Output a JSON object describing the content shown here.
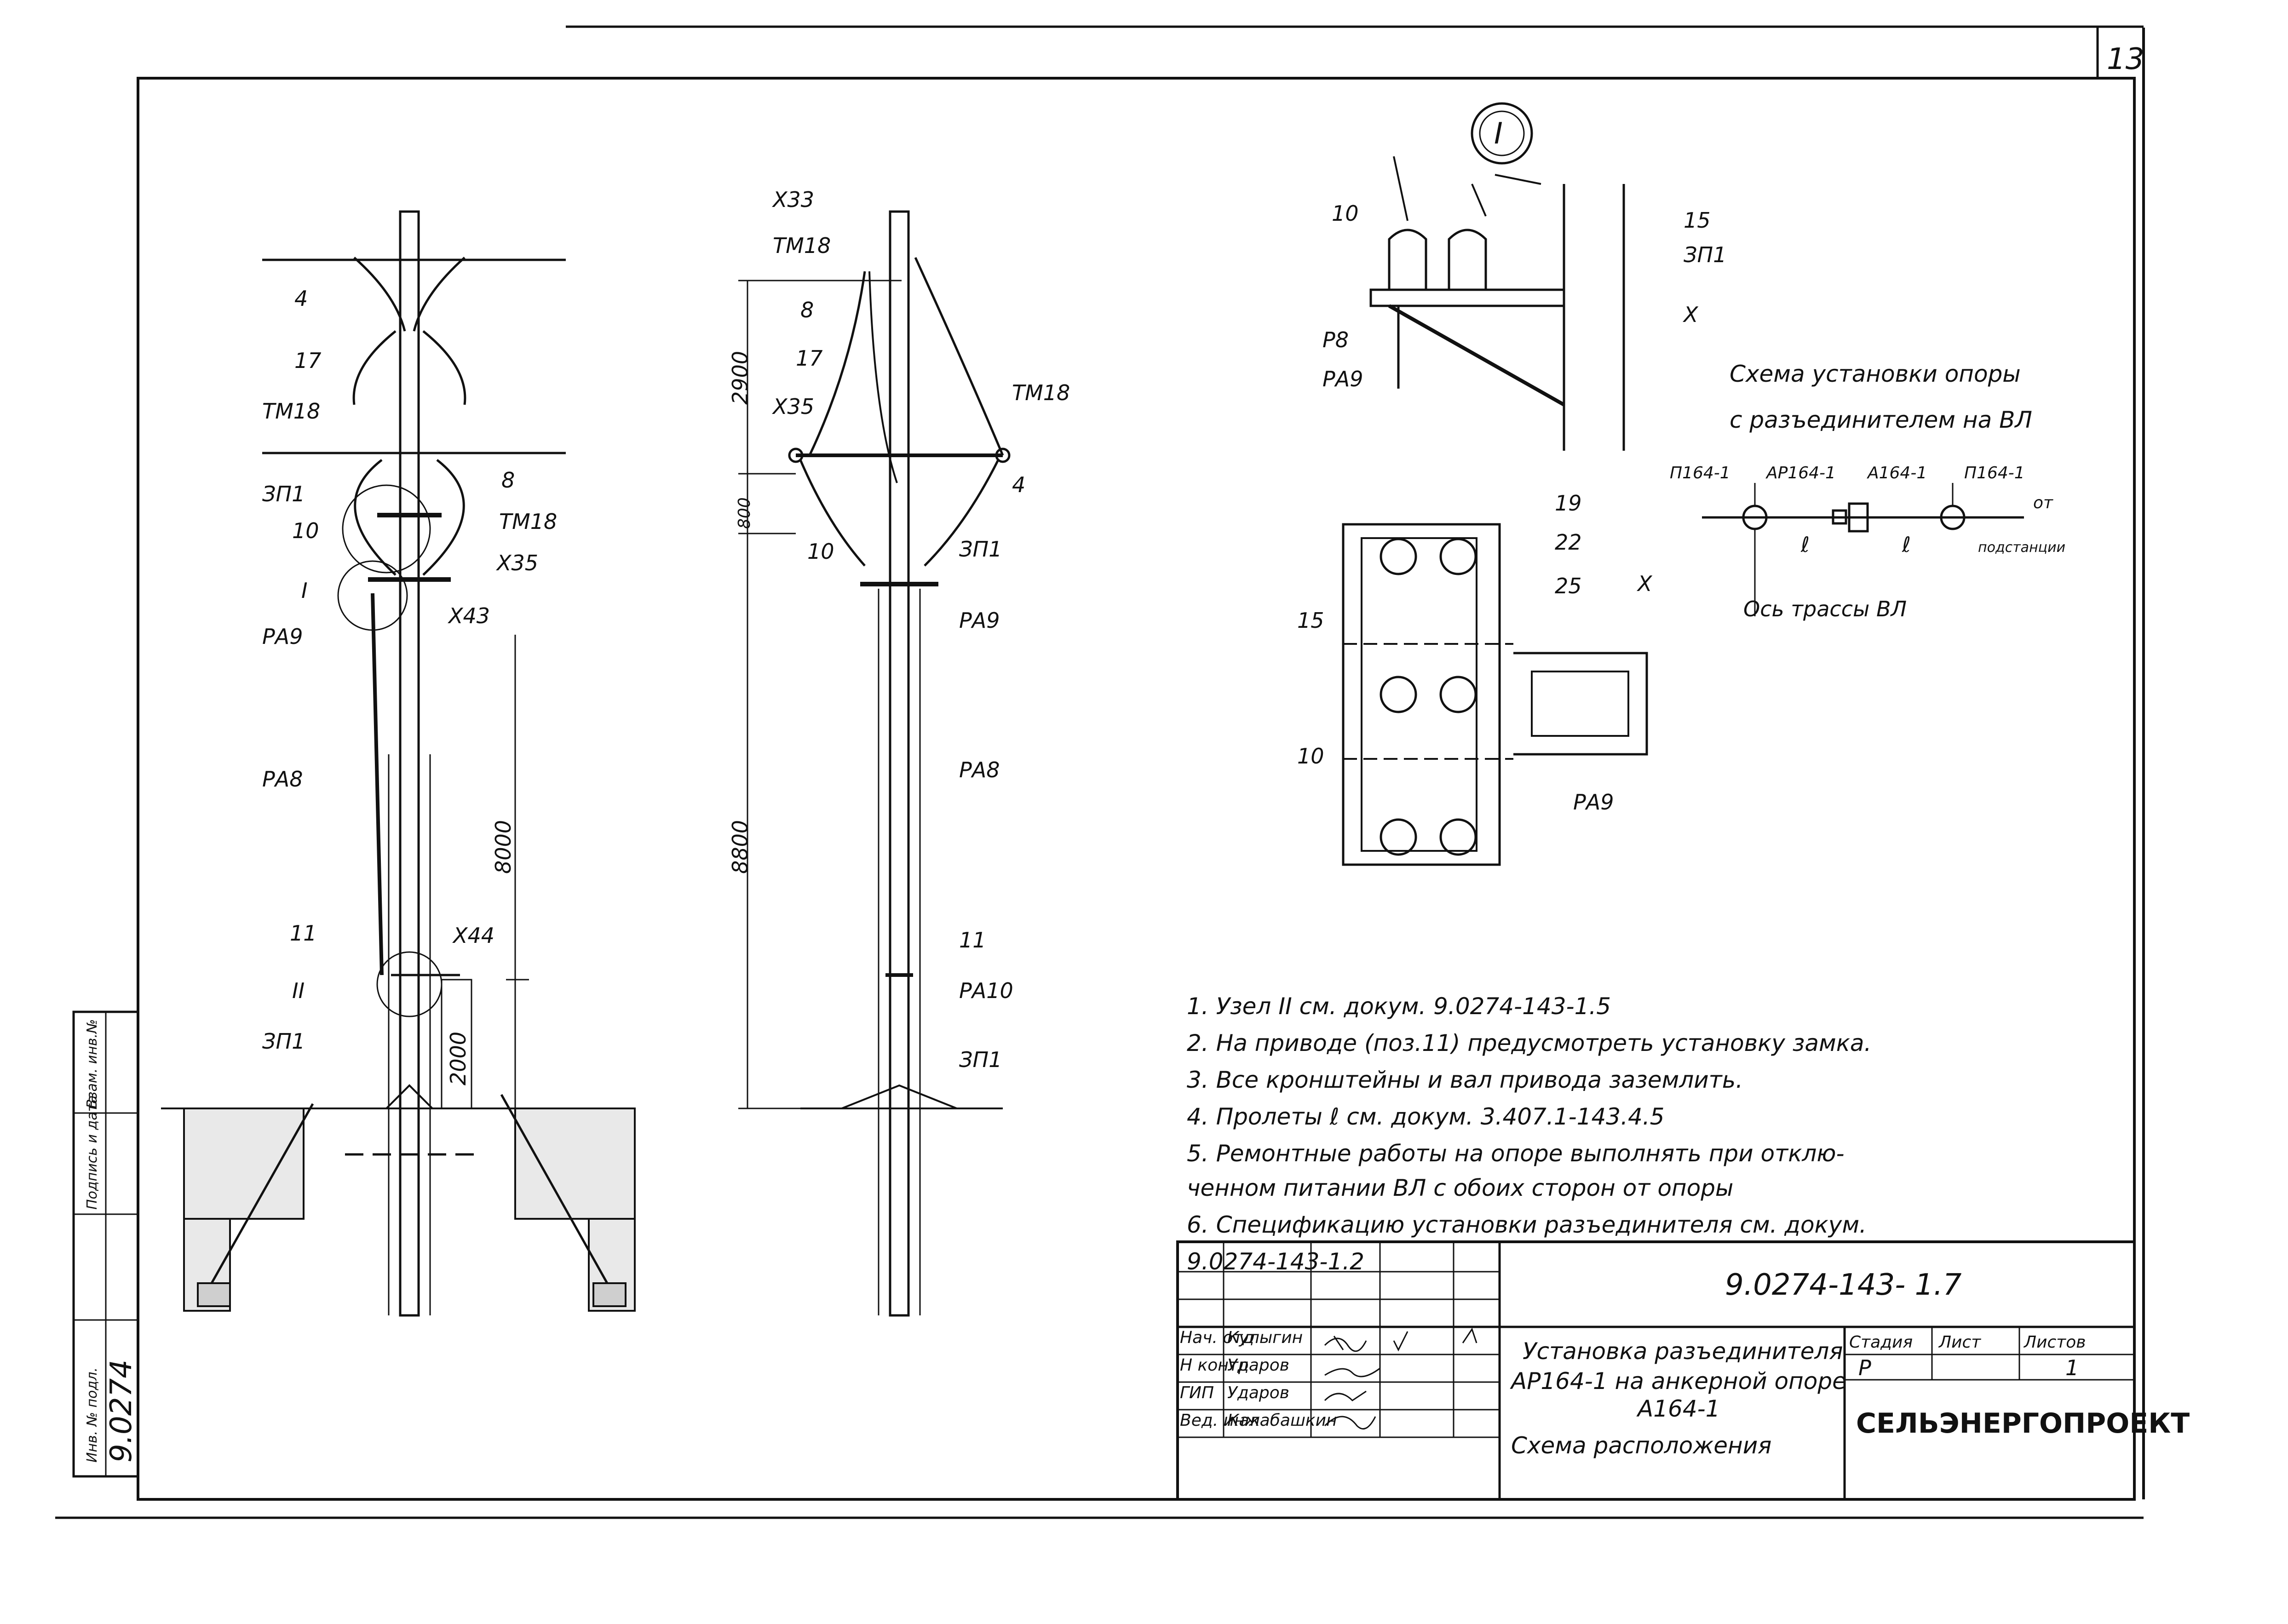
{
  "sheet": {
    "page_number": "13",
    "drawing_code": "9.0274-143- 1.7"
  },
  "section_marks": {
    "node_I": "I",
    "node_II": "II"
  },
  "left_pole": {
    "labels": [
      "4",
      "17",
      "ТМ18",
      "ЗП1",
      "10",
      "I",
      "РА9",
      "8",
      "ТМ18",
      "Х35",
      "Х43",
      "РА8",
      "11",
      "II",
      "Х44",
      "ЗП1"
    ],
    "dim_8000": "8000",
    "dim_2000": "2000"
  },
  "right_pole": {
    "labels": [
      "Х33",
      "ТМ18",
      "8",
      "17",
      "Х35",
      "ТМ18",
      "4",
      "10",
      "ЗП1",
      "РА9",
      "РА8",
      "11",
      "РА10",
      "ЗП1"
    ],
    "dim_2900": "2900",
    "dim_800": "800",
    "dim_8800": "8800"
  },
  "detail_I": {
    "labels": [
      "10",
      "15",
      "ЗП1",
      "Х",
      "Р8",
      "РА9"
    ]
  },
  "plan_view": {
    "labels": [
      "19",
      "22",
      "25",
      "Х",
      "15",
      "10",
      "РА9"
    ]
  },
  "scheme": {
    "title_line1": "Схема установки опоры",
    "title_line2": "с разъединителем на ВЛ",
    "labels": [
      "П164-1",
      "АР164-1",
      "А164-1",
      "П164-1"
    ],
    "span_label": "ℓ",
    "from_label": "от",
    "from_label2": "подстанции",
    "axis_label": "Ось трассы ВЛ"
  },
  "notes": [
    "1. Узел  II  см.  докум.  9.0274-143-1.5",
    "2. На  приводе  (поз.11)  предусмотреть   установку  замка.",
    "3. Все  кронштейны  и  вал  привода  заземлить.",
    "4. Пролеты  ℓ  см.  докум.  3.407.1-143.4.5",
    "5. Ремонтные    работы    на    опоре    выполнять  при   отклю-",
    "ченном  питании  ВЛ  с  обоих  сторон  от  опоры",
    "6. Спецификацию      установки    разъединителя    см.  докум.",
    "9.0274-143-1.2"
  ],
  "side_stamp": {
    "fields": [
      "Взам. инв.№",
      "Подпись и дата",
      "Инв. № подл."
    ],
    "inv_value": "9.0274"
  },
  "title_block": {
    "roles": [
      "Нач. отд",
      "Н контр",
      "ГИП",
      "Вед. инж"
    ],
    "names": [
      "Кулыгин",
      "Ударов",
      "Ударов",
      "Калабашкин"
    ],
    "description_line1": "Установка разъединителя",
    "description_line2": "АР164-1 на анкерной опоре",
    "description_line3": "А164-1",
    "description_line4": "Схема расположения",
    "stage_header": "Стадия",
    "sheet_header": "Лист",
    "sheets_header": "Листов",
    "stage": "Р",
    "sheets": "1",
    "organization": "СЕЛЬЭНЕРГОПРОЕКТ"
  }
}
